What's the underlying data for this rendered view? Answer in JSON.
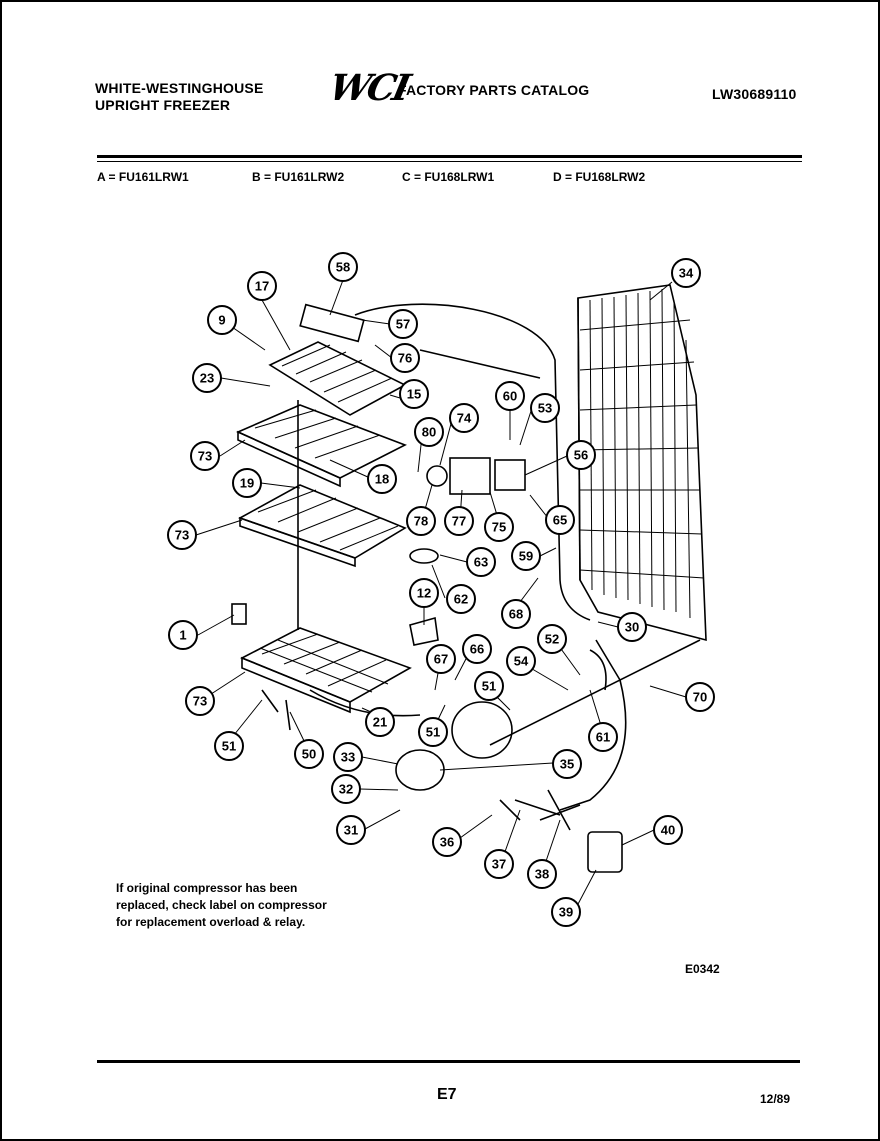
{
  "header": {
    "brand_line1": "WHITE-WESTINGHOUSE",
    "brand_line2": "UPRIGHT FREEZER",
    "logo": "WCI",
    "catalog_title": "FACTORY PARTS CATALOG",
    "catalog_number": "LW30689110"
  },
  "models": [
    {
      "label": "A = FU161LRW1"
    },
    {
      "label": "B = FU161LRW2"
    },
    {
      "label": "C = FU168LRW1"
    },
    {
      "label": "D = FU168LRW2"
    }
  ],
  "callouts": [
    {
      "id": "58"
    },
    {
      "id": "17"
    },
    {
      "id": "9"
    },
    {
      "id": "57"
    },
    {
      "id": "76"
    },
    {
      "id": "23"
    },
    {
      "id": "15"
    },
    {
      "id": "60"
    },
    {
      "id": "53"
    },
    {
      "id": "74"
    },
    {
      "id": "80"
    },
    {
      "id": "73"
    },
    {
      "id": "18"
    },
    {
      "id": "56"
    },
    {
      "id": "19"
    },
    {
      "id": "78"
    },
    {
      "id": "77"
    },
    {
      "id": "75"
    },
    {
      "id": "65"
    },
    {
      "id": "73"
    },
    {
      "id": "63"
    },
    {
      "id": "59"
    },
    {
      "id": "62"
    },
    {
      "id": "12"
    },
    {
      "id": "68"
    },
    {
      "id": "1"
    },
    {
      "id": "30"
    },
    {
      "id": "52"
    },
    {
      "id": "66"
    },
    {
      "id": "67"
    },
    {
      "id": "54"
    },
    {
      "id": "51"
    },
    {
      "id": "73"
    },
    {
      "id": "70"
    },
    {
      "id": "21"
    },
    {
      "id": "61"
    },
    {
      "id": "51"
    },
    {
      "id": "50"
    },
    {
      "id": "33"
    },
    {
      "id": "35"
    },
    {
      "id": "32"
    },
    {
      "id": "31"
    },
    {
      "id": "36"
    },
    {
      "id": "37"
    },
    {
      "id": "38"
    },
    {
      "id": "40"
    },
    {
      "id": "39"
    },
    {
      "id": "51"
    },
    {
      "id": "34"
    }
  ],
  "note": "If original compressor has been\nreplaced, check label on compressor\nfor replacement overload & relay.",
  "figure_code": "E0342",
  "page_number": "E7",
  "date_code": "12/89"
}
